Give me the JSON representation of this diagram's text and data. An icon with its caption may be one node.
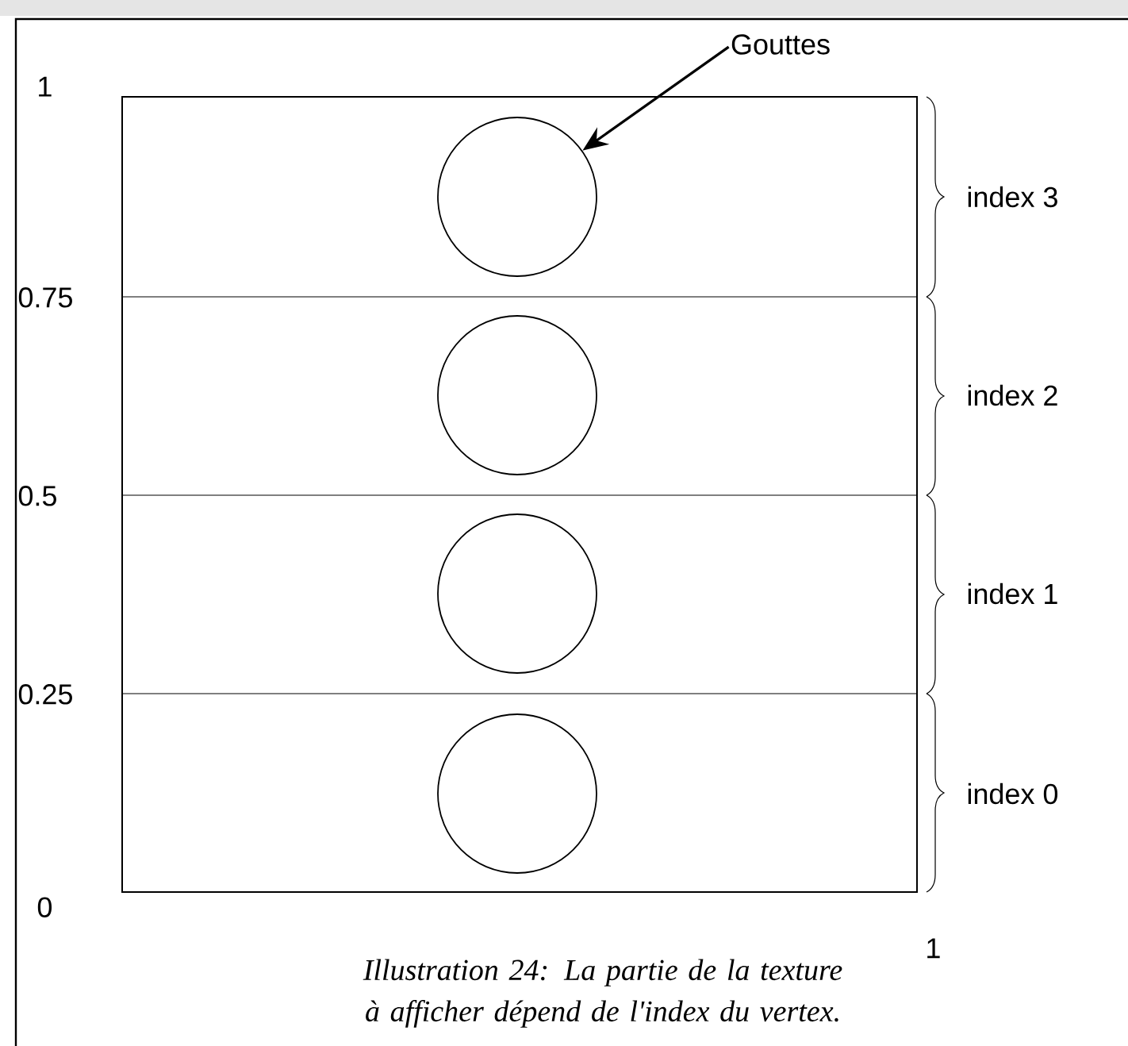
{
  "diagram": {
    "caption": "Illustration 24: La partie de la texture à afficher dépend de l'index du vertex.",
    "nodes": [
      {
        "text": [
          "Gouttes"
        ]
      },
      {
        "text": [],
        "shape": "circle"
      },
      {
        "text": [],
        "shape": "circle"
      },
      {
        "text": [],
        "shape": "circle"
      },
      {
        "text": [],
        "shape": "circle"
      }
    ],
    "edges": [
      {
        "from": 0,
        "to": 1,
        "arrow": "to"
      }
    ],
    "labels": [
      "1",
      "index 3",
      "0.75",
      "index 2",
      "0.5",
      "index 1",
      "0.25",
      "index 0",
      "0",
      "1"
    ]
  }
}
